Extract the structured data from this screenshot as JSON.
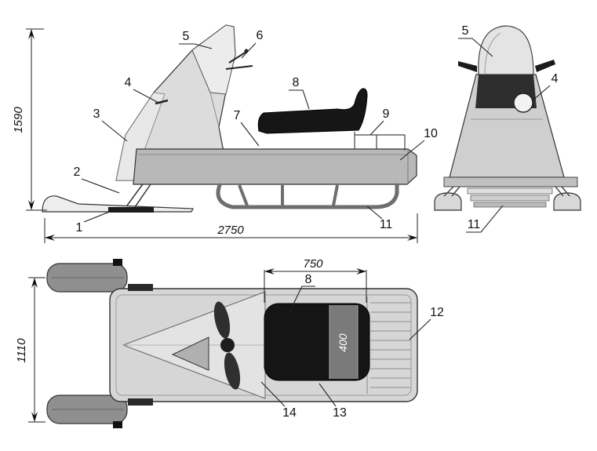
{
  "figure": {
    "palette": {
      "background": "#ffffff",
      "ink": "#222222",
      "body_gray": "#d6d6d6",
      "seat_black": "#151515"
    },
    "side_view": {
      "dim_height": "1590",
      "dim_length": "2750",
      "callouts": {
        "c1": "1",
        "c2": "2",
        "c3": "3",
        "c4": "4",
        "c5": "5",
        "c6": "6",
        "c7": "7",
        "c8": "8",
        "c9": "9",
        "c10": "10",
        "c11": "11"
      }
    },
    "front_view": {
      "callouts": {
        "c5": "5",
        "c4": "4",
        "c11": "11"
      }
    },
    "top_view": {
      "dim_width": "1110",
      "dim_seat_length": "750",
      "dim_seat_width": "400",
      "callouts": {
        "c8": "8",
        "c12": "12",
        "c13": "13",
        "c14": "14"
      }
    }
  }
}
